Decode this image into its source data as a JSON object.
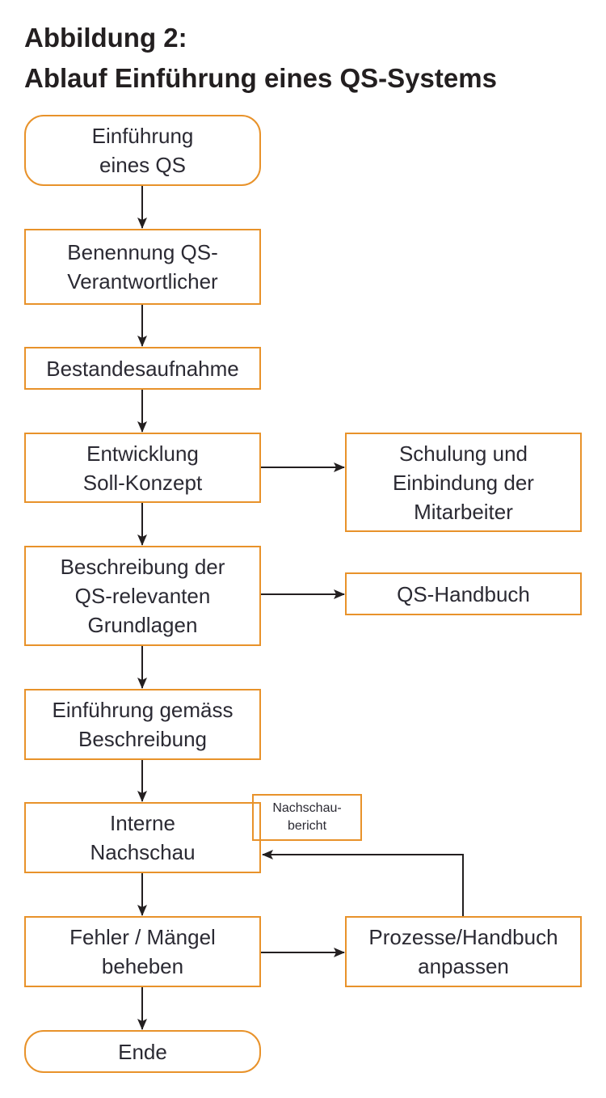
{
  "title": {
    "line1": "Abbildung 2:",
    "line2": "Ablauf Einführung eines QS-Systems"
  },
  "nodes": {
    "start": "Einführung\neines QS",
    "responsible": "Benennung QS-\nVerantwortlicher",
    "inventory": "Bestandesaufnahme",
    "concept": "Entwicklung\nSoll-Konzept",
    "training": "Schulung und\nEinbindung der\nMitarbeiter",
    "description": "Beschreibung der\nQS-relevanten\nGrundlagen",
    "handbook": "QS-Handbuch",
    "introduction": "Einführung gemäss\nBeschreibung",
    "review": "Interne\nNachschau",
    "review_report": "Nachschau-\nbericht",
    "fix": "Fehler / Mängel\nbeheben",
    "adapt": "Prozesse/Handbuch\nanpassen",
    "end": "Ende"
  },
  "colors": {
    "border": "#e8922a",
    "arrow": "#231f20"
  }
}
